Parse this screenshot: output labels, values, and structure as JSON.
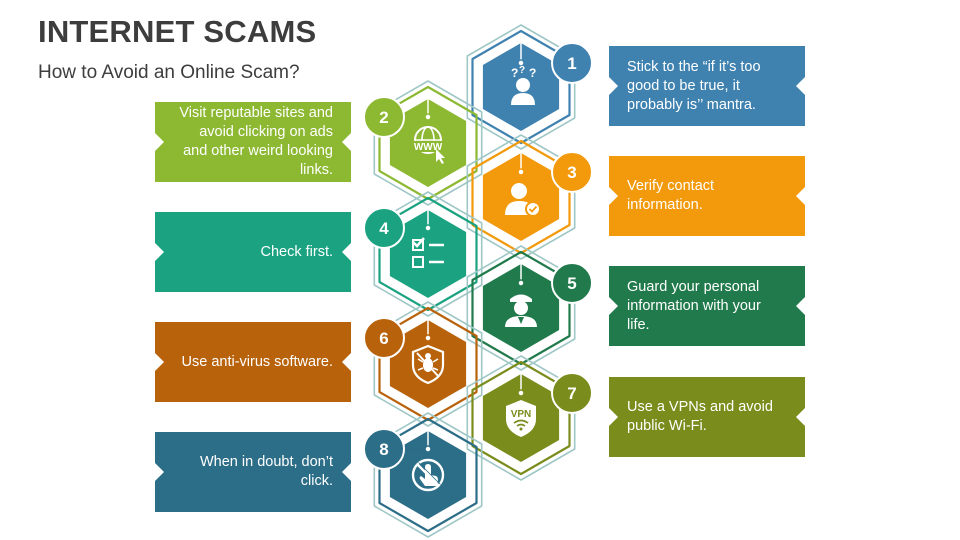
{
  "header": {
    "title": "INTERNET SCAMS",
    "subtitle": "How to Avoid an Online Scam?"
  },
  "colors": {
    "blue": "#3f82b0",
    "green": "#8cb832",
    "orange": "#f29a0c",
    "teal": "#1aa281",
    "dark_green": "#207a4b",
    "brown": "#b8620c",
    "olive": "#7a8c1c",
    "slate": "#2c6d87"
  },
  "steps": [
    {
      "number": "1",
      "text": "Stick to the “if it’s too good to be true, it probably is’’ mantra.",
      "icon": "question-person-icon",
      "color": "#3f82b0",
      "side": "right"
    },
    {
      "number": "2",
      "text": "Visit reputable sites and avoid clicking on ads and other weird looking links.",
      "icon": "www-globe-icon",
      "color": "#8cb832",
      "side": "left"
    },
    {
      "number": "3",
      "text": "Verify contact information.",
      "icon": "verified-user-icon",
      "color": "#f29a0c",
      "side": "right"
    },
    {
      "number": "4",
      "text": "Check first.",
      "icon": "checklist-icon",
      "color": "#1aa281",
      "side": "left"
    },
    {
      "number": "5",
      "text": "Guard your personal information with your life.",
      "icon": "guard-icon",
      "color": "#207a4b",
      "side": "right"
    },
    {
      "number": "6",
      "text": "Use anti-virus software.",
      "icon": "antivirus-shield-icon",
      "color": "#b8620c",
      "side": "left"
    },
    {
      "number": "7",
      "text": "Use a  VPNs and avoid public Wi-Fi.",
      "icon": "vpn-shield-icon",
      "color": "#7a8c1c",
      "side": "right"
    },
    {
      "number": "8",
      "text": "When in doubt, don’t click.",
      "icon": "no-click-icon",
      "color": "#2c6d87",
      "side": "left"
    }
  ]
}
